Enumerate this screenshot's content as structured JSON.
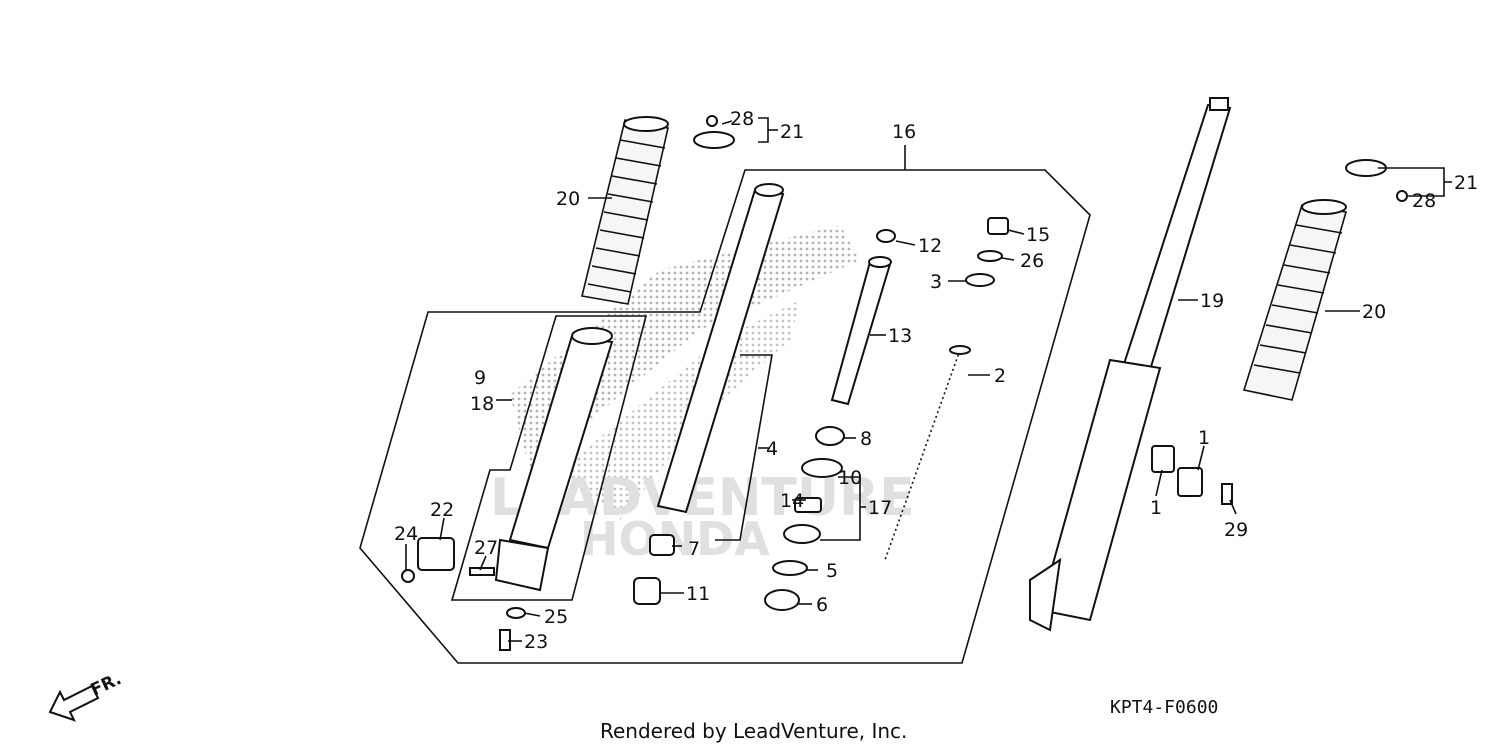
{
  "diagram": {
    "code": "KPT4-F0600",
    "credit": "Rendered by LeadVenture, Inc.",
    "direction_label": "FR.",
    "watermark_text": "LEADVENTURE",
    "watermark_brand": "HONDA",
    "callouts": [
      "1",
      "1",
      "2",
      "3",
      "4",
      "5",
      "6",
      "7",
      "8",
      "9",
      "10",
      "11",
      "12",
      "13",
      "14",
      "15",
      "16",
      "17",
      "18",
      "19",
      "20",
      "20",
      "21",
      "21",
      "22",
      "23",
      "24",
      "25",
      "26",
      "27",
      "28",
      "28",
      "29"
    ]
  }
}
